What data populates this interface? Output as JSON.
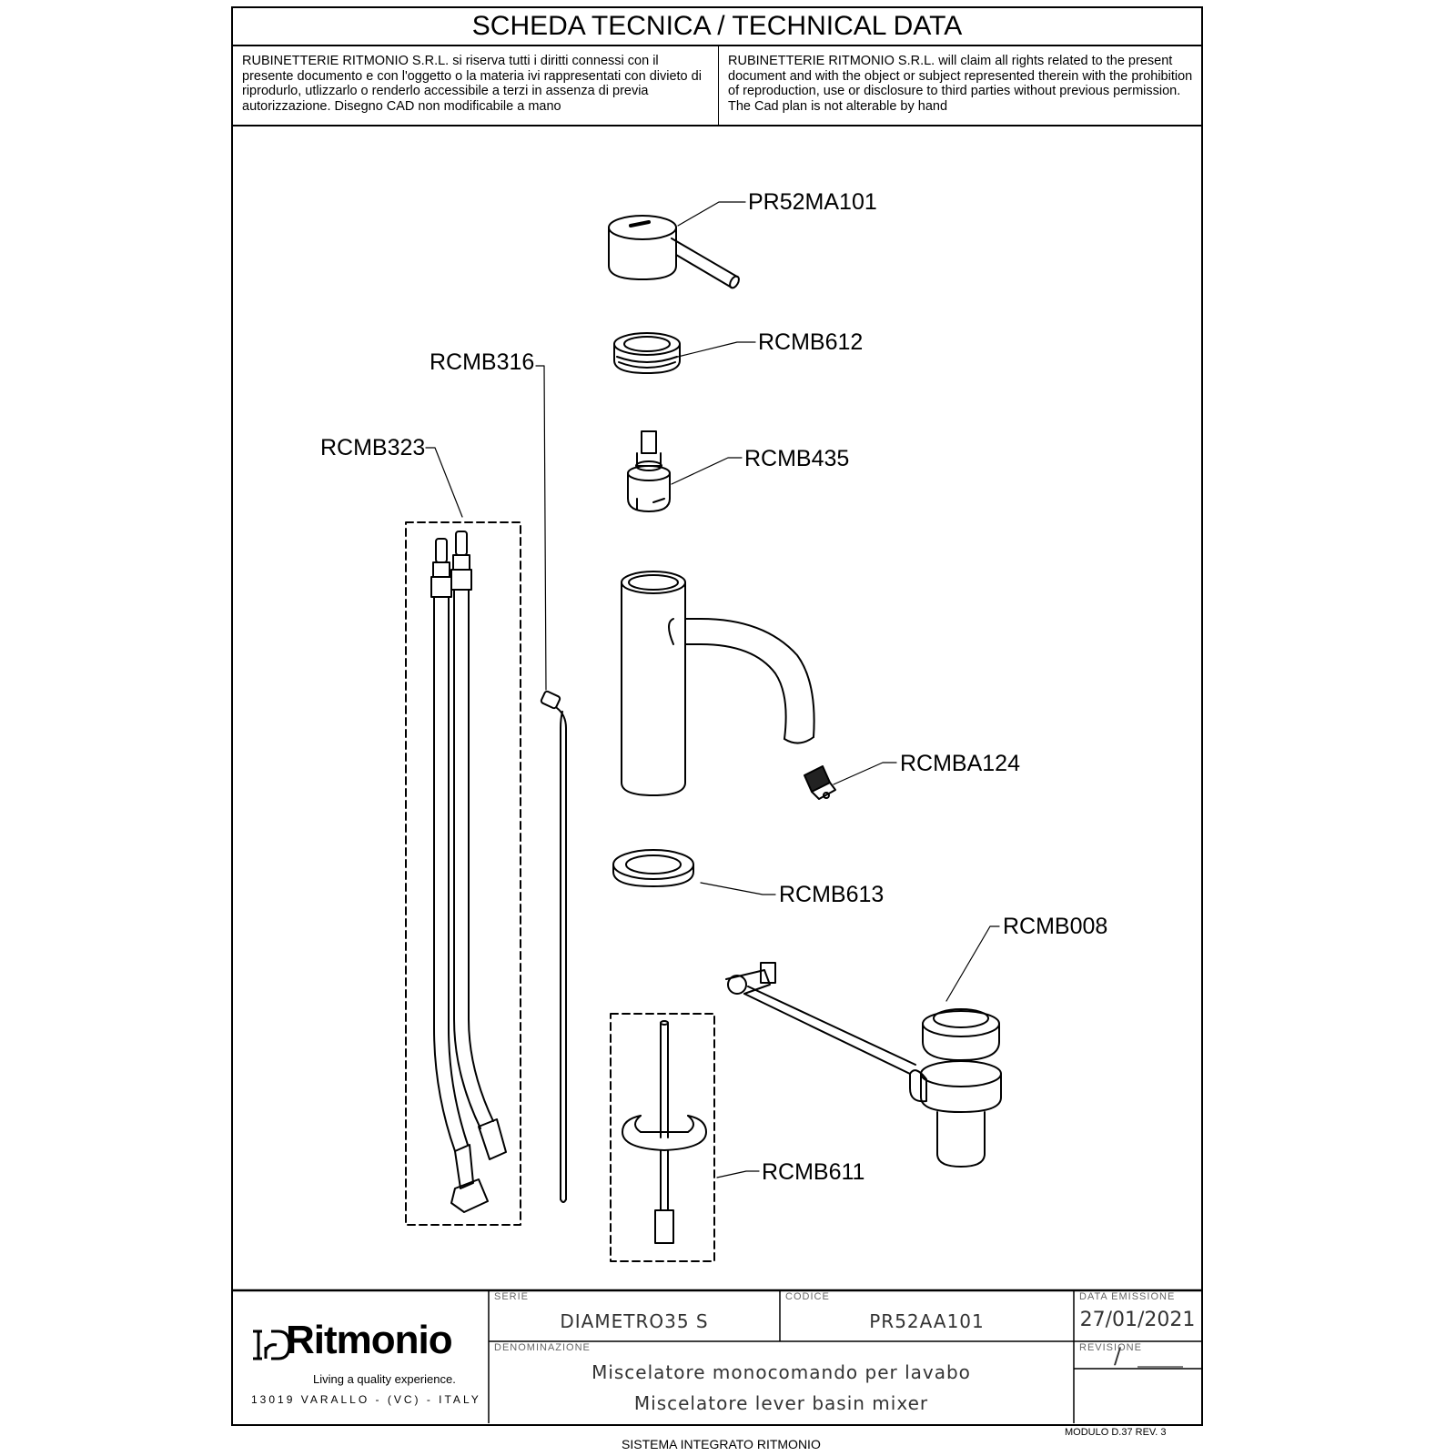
{
  "header": {
    "title": "SCHEDA TECNICA / TECHNICAL DATA",
    "notice_it": "RUBINETTERIE RITMONIO S.R.L. si riserva tutti i diritti connessi con il presente documento e con l'oggetto o la materia ivi rappresentati con divieto di riprodurlo, utlizzarlo o renderlo accessibile a terzi in assenza di previa autorizzazione. Disegno CAD non modificabile a mano",
    "notice_en": "RUBINETTERIE RITMONIO S.R.L. will claim all rights related to the present document and with the object or subject represented therein with the prohibition  of reproduction, use or disclosure to third parties without previous permission.  The Cad plan is not alterable by hand"
  },
  "parts": {
    "handle": "PR52MA101",
    "ring_nut": "RCMB612",
    "cartridge": "RCMB435",
    "rod": "RCMB316",
    "hoses": "RCMB323",
    "aerator": "RCMBA124",
    "base_ring": "RCMB613",
    "waste": "RCMB008",
    "fixing_kit": "RCMB611"
  },
  "title_block": {
    "logo_text": "Ritmonio",
    "logo_mark": "ir",
    "tagline": "Living a quality experience.",
    "address": "13019 VARALLO - (VC) - ITALY",
    "serie_caption": "SERIE",
    "serie_value": "DIAMETRO35 S",
    "codice_caption": "CODICE",
    "codice_value": "PR52AA101",
    "data_caption": "DATA EMISSIONE",
    "data_value": "27/01/2021",
    "denominazione_caption": "DENOMINAZIONE",
    "denominazione_line1": "Miscelatore monocomando per lavabo",
    "denominazione_line2": "Miscelatore lever basin mixer",
    "revisione_caption": "REVISIONE",
    "revisione_value": "/"
  },
  "footer": {
    "system": "SISTEMA INTEGRATO RITMONIO",
    "module": "MODULO D.37 REV. 3"
  }
}
